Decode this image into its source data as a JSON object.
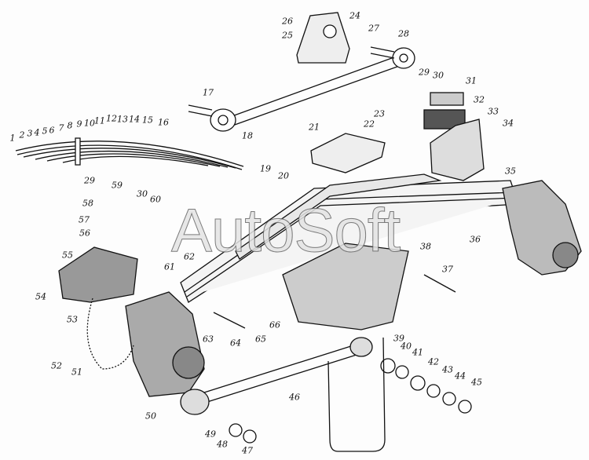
{
  "watermark": "AutoSoft",
  "labels": [
    {
      "id": "1",
      "text": "1"
    },
    {
      "id": "2",
      "text": "2"
    },
    {
      "id": "3",
      "text": "3"
    },
    {
      "id": "4",
      "text": "4"
    },
    {
      "id": "5",
      "text": "5"
    },
    {
      "id": "6",
      "text": "6"
    },
    {
      "id": "7",
      "text": "7"
    },
    {
      "id": "8",
      "text": "8"
    },
    {
      "id": "9",
      "text": "9"
    },
    {
      "id": "10",
      "text": "10"
    },
    {
      "id": "11",
      "text": "11"
    },
    {
      "id": "12",
      "text": "12"
    },
    {
      "id": "13",
      "text": "13"
    },
    {
      "id": "14",
      "text": "14"
    },
    {
      "id": "15",
      "text": "15"
    },
    {
      "id": "16",
      "text": "16"
    },
    {
      "id": "17",
      "text": "17"
    },
    {
      "id": "18",
      "text": "18"
    },
    {
      "id": "19",
      "text": "19"
    },
    {
      "id": "20",
      "text": "20"
    },
    {
      "id": "21",
      "text": "21"
    },
    {
      "id": "22",
      "text": "22"
    },
    {
      "id": "23",
      "text": "23"
    },
    {
      "id": "24",
      "text": "24"
    },
    {
      "id": "25",
      "text": "25"
    },
    {
      "id": "26",
      "text": "26"
    },
    {
      "id": "27",
      "text": "27"
    },
    {
      "id": "28",
      "text": "28"
    },
    {
      "id": "29a",
      "text": "29"
    },
    {
      "id": "30a",
      "text": "30"
    },
    {
      "id": "31",
      "text": "31"
    },
    {
      "id": "32",
      "text": "32"
    },
    {
      "id": "33",
      "text": "33"
    },
    {
      "id": "34",
      "text": "34"
    },
    {
      "id": "35",
      "text": "35"
    },
    {
      "id": "36",
      "text": "36"
    },
    {
      "id": "37",
      "text": "37"
    },
    {
      "id": "38",
      "text": "38"
    },
    {
      "id": "39",
      "text": "39"
    },
    {
      "id": "40",
      "text": "40"
    },
    {
      "id": "41",
      "text": "41"
    },
    {
      "id": "42",
      "text": "42"
    },
    {
      "id": "43",
      "text": "43"
    },
    {
      "id": "44",
      "text": "44"
    },
    {
      "id": "45",
      "text": "45"
    },
    {
      "id": "46",
      "text": "46"
    },
    {
      "id": "47",
      "text": "47"
    },
    {
      "id": "48",
      "text": "48"
    },
    {
      "id": "49",
      "text": "49"
    },
    {
      "id": "50",
      "text": "50"
    },
    {
      "id": "51",
      "text": "51"
    },
    {
      "id": "52",
      "text": "52"
    },
    {
      "id": "53",
      "text": "53"
    },
    {
      "id": "54",
      "text": "54"
    },
    {
      "id": "55",
      "text": "55"
    },
    {
      "id": "56",
      "text": "56"
    },
    {
      "id": "57",
      "text": "57"
    },
    {
      "id": "58",
      "text": "58"
    },
    {
      "id": "59",
      "text": "59"
    },
    {
      "id": "29b",
      "text": "29"
    },
    {
      "id": "30b",
      "text": "30"
    },
    {
      "id": "60",
      "text": "60"
    },
    {
      "id": "61",
      "text": "61"
    },
    {
      "id": "62",
      "text": "62"
    },
    {
      "id": "63",
      "text": "63"
    },
    {
      "id": "64",
      "text": "64"
    },
    {
      "id": "65",
      "text": "65"
    },
    {
      "id": "66",
      "text": "66"
    }
  ]
}
